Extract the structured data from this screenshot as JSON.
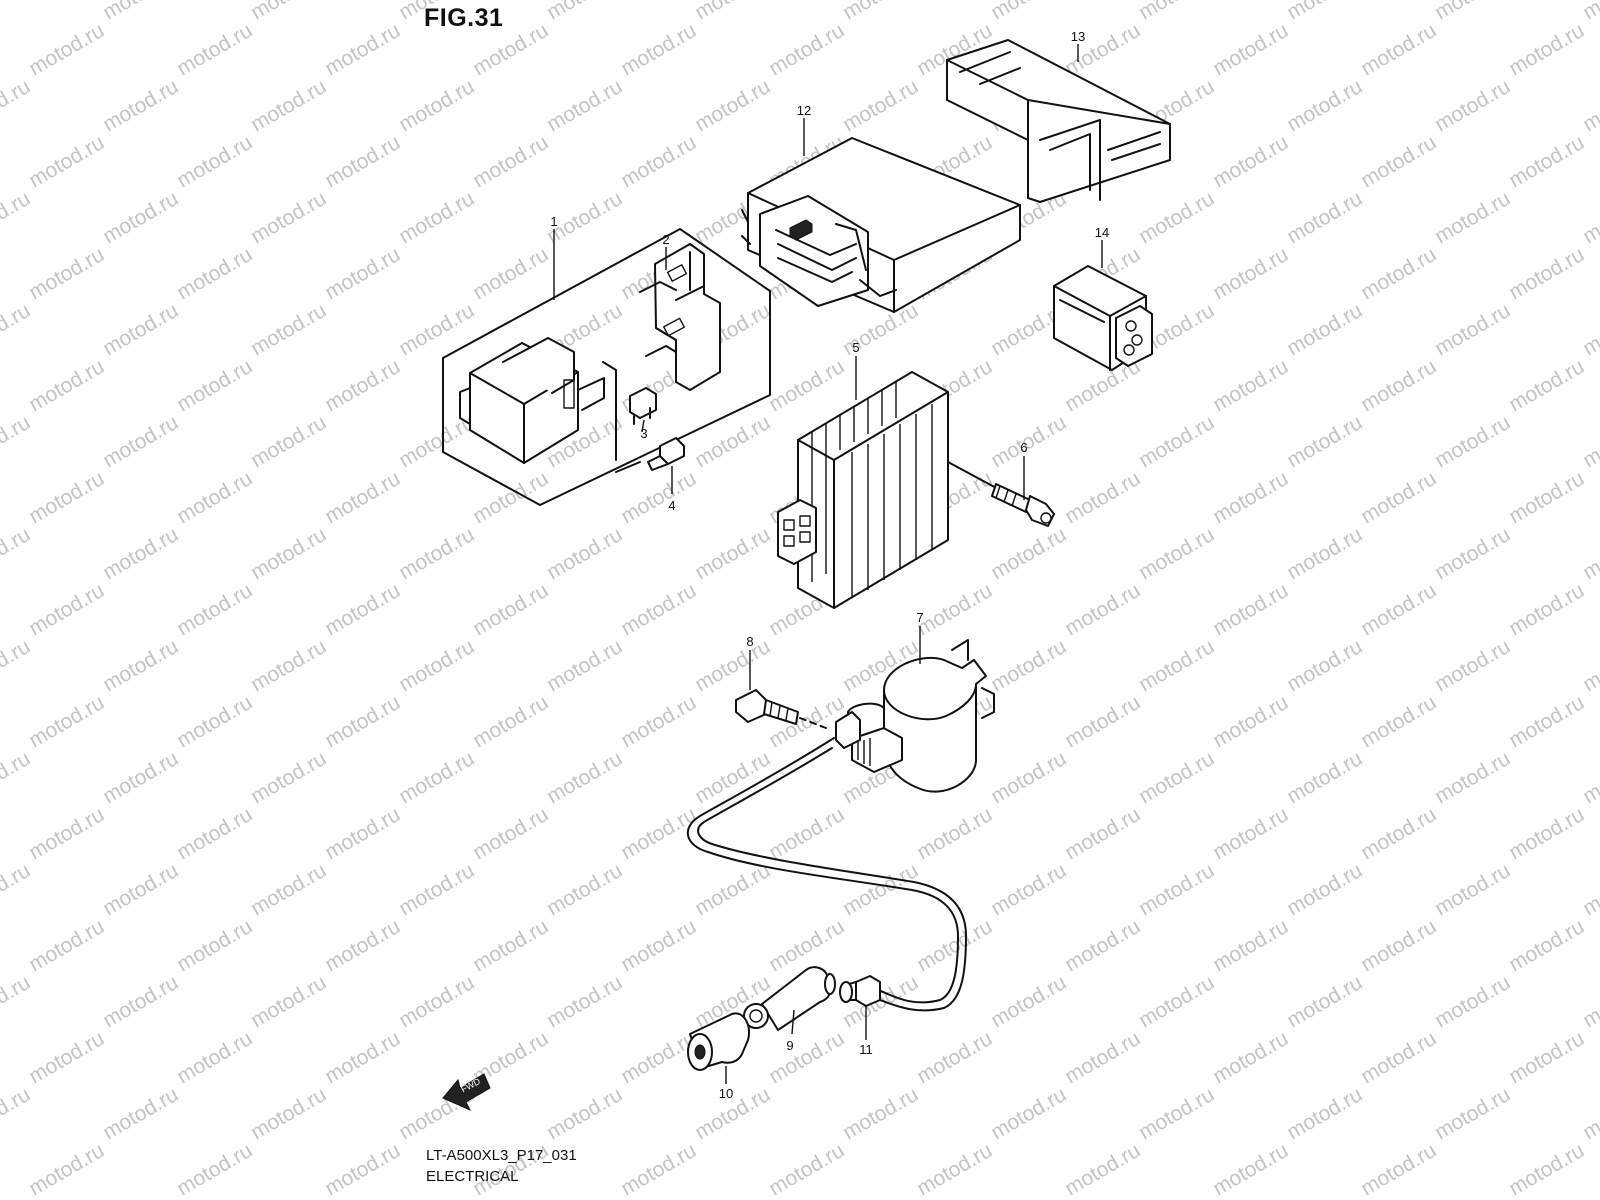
{
  "figure": {
    "title": "FIG.31",
    "code": "LT-A500XL3_P17_031",
    "section": "ELECTRICAL",
    "watermark": "motod.ru",
    "fwd_label": "FWD"
  },
  "callouts": [
    "1",
    "2",
    "3",
    "4",
    "5",
    "6",
    "7",
    "8",
    "9",
    "10",
    "11",
    "12",
    "13",
    "14"
  ],
  "colors": {
    "line": "#111111",
    "watermark": "#c4c4c4",
    "background": "#ffffff"
  }
}
